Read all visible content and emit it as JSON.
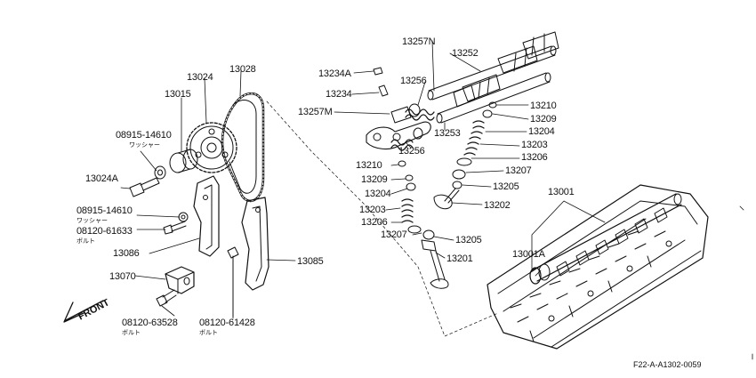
{
  "diagram": {
    "figure_code": "F22-A-A1302-0059",
    "front_label": "FRONT",
    "colors": {
      "ink": "#111111",
      "paper": "#ffffff",
      "shade": "#bdbdbd"
    },
    "labels": {
      "l13028": "13028",
      "l13024": "13024",
      "l13015": "13015",
      "l08915a": "08915-14610",
      "l08915a_sub": "ワッシャー",
      "l13024A": "13024A",
      "l08915b": "08915-14610",
      "l08915b_sub": "ワッシャー",
      "l08120a": "08120-61633",
      "l08120a_sub": "ボルト",
      "l13086": "13086",
      "l13070": "13070",
      "l08120b": "08120-63528",
      "l08120b_sub": "ボルト",
      "l08120c": "08120-61428",
      "l08120c_sub": "ボルト",
      "l13085": "13085",
      "l13257N": "13257N",
      "l13252": "13252",
      "l13234A": "13234A",
      "l13234": "13234",
      "l13256a": "13256",
      "l13257M": "13257M",
      "l13256b": "13256",
      "l13253": "13253",
      "l13210a": "13210",
      "l13209a": "13209",
      "l13204a": "13204",
      "l13203a": "13203",
      "l13206a": "13206",
      "l13207a": "13207",
      "l13205a": "13205",
      "l13202": "13202",
      "l13210b": "13210",
      "l13209b": "13209",
      "l13204b": "13204",
      "l13203b": "13203",
      "l13206b": "13206",
      "l13207b": "13207",
      "l13205b": "13205",
      "l13201": "13201",
      "l13001": "13001",
      "l13001A": "13001A"
    }
  }
}
